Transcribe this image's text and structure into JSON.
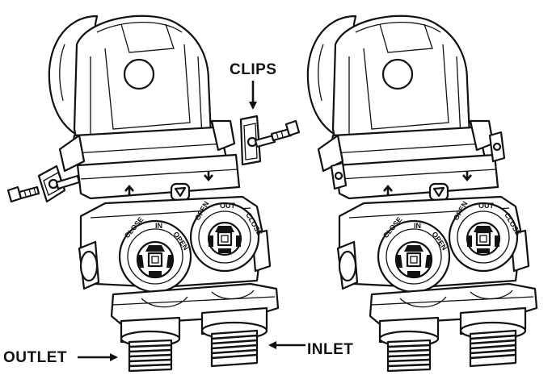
{
  "labels": {
    "clips": "CLIPS",
    "inlet": "INLET",
    "outlet": "OUTLET"
  },
  "valve_markings": {
    "close": "CLOSE",
    "open": "OPEN",
    "in": "IN",
    "out": "OUT"
  }
}
